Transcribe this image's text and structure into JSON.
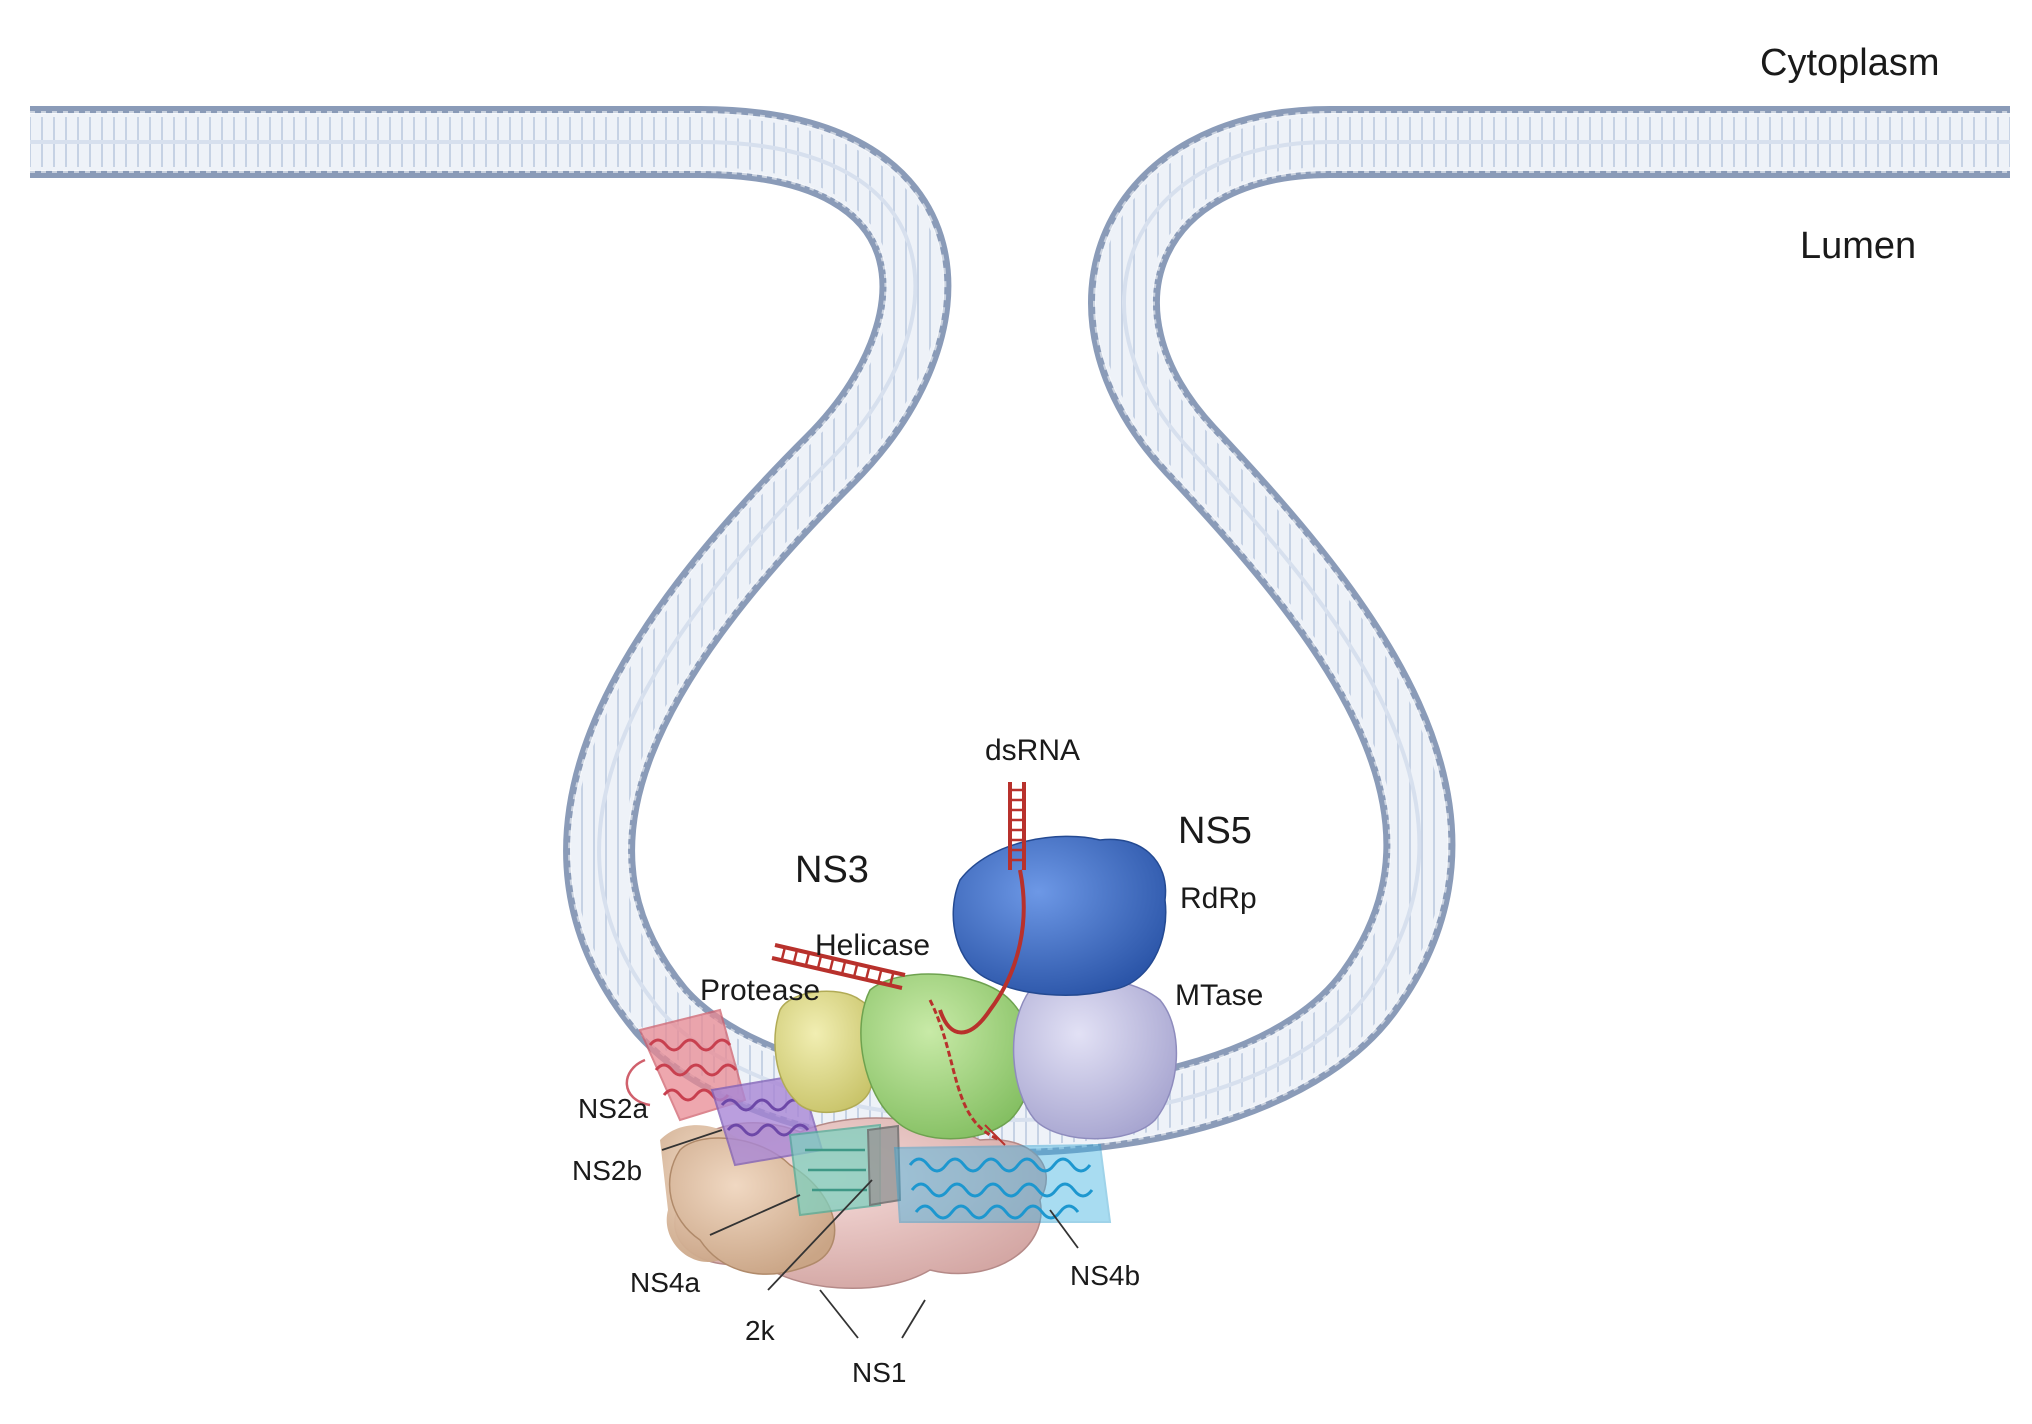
{
  "regions": {
    "top": "Cytoplasm",
    "bottom": "Lumen"
  },
  "proteins": {
    "ns3": "NS3",
    "helicase": "Helicase",
    "protease": "Protease",
    "ns5": "NS5",
    "rdrp": "RdRp",
    "mtase": "MTase",
    "dsrna": "dsRNA",
    "ns2a": "NS2a",
    "ns2b": "NS2b",
    "ns4a": "NS4a",
    "ns4b": "NS4b",
    "k2": "2k",
    "ns1": "NS1"
  },
  "colors": {
    "membrane_head": "#8a9bb8",
    "membrane_band": "#e9eef6",
    "membrane_tail": "#b4c4dc",
    "rna": "#b8312c",
    "ns2a": "#e98a93",
    "ns2b": "#a987d6",
    "ns4a": "#7fd0bf",
    "k2": "#9a9a9a",
    "ns4b": "#40b3e2",
    "ns1": "#ecc4c2",
    "ns1_left": "#e3c4a8",
    "protease": "#e0dc8e",
    "helicase": "#a8d68a",
    "rdrp": "#3f6fc8",
    "mtase": "#c6c4e6"
  }
}
